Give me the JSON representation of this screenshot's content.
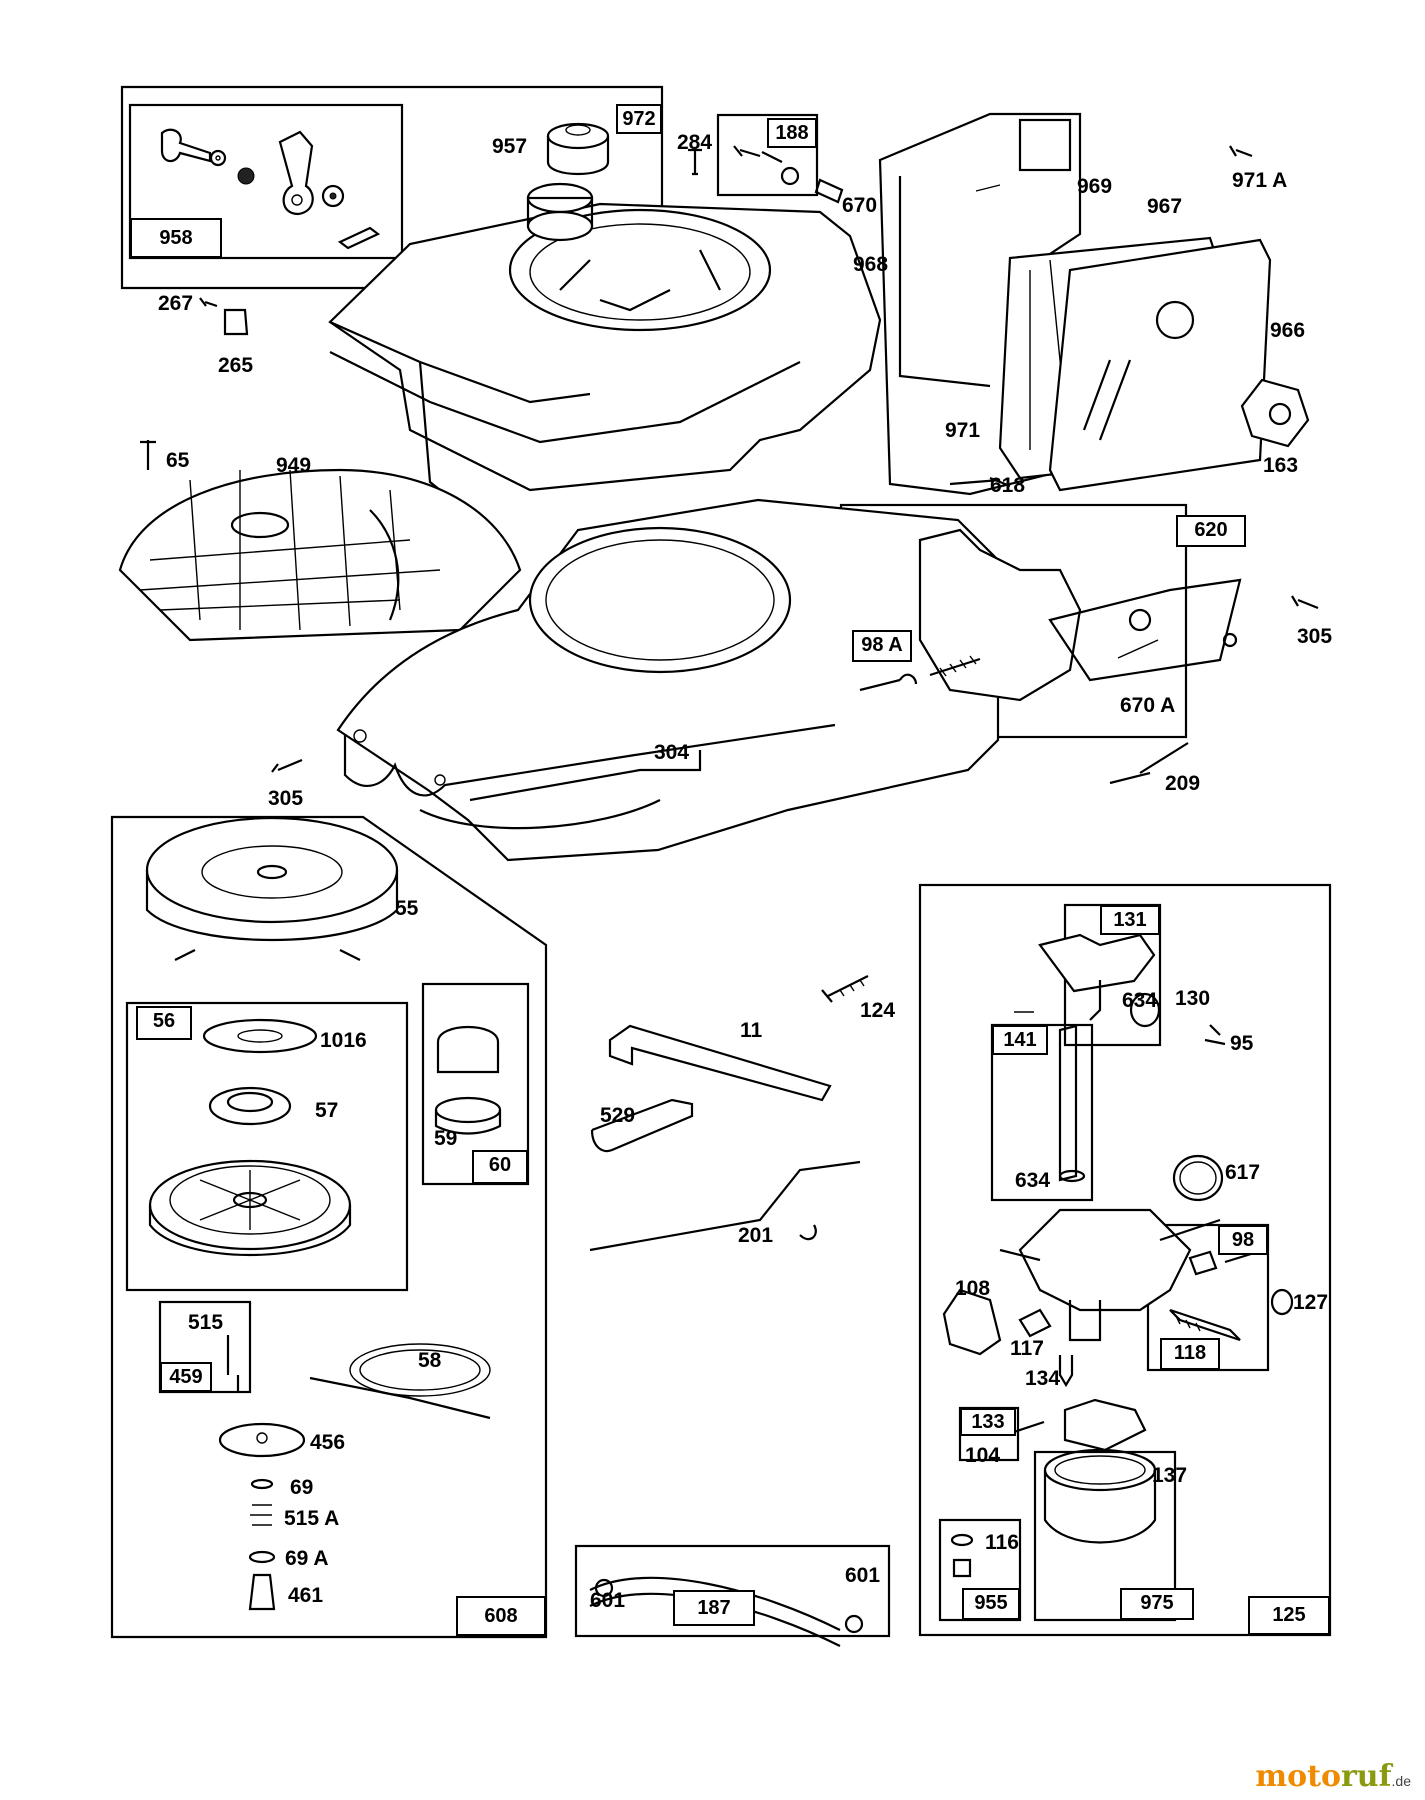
{
  "diagram": {
    "part_labels": {
      "p957": "957",
      "p284": "284",
      "p670": "670",
      "p969": "969",
      "p971A": "971 A",
      "p967": "967",
      "p968": "968",
      "p966": "966",
      "p267": "267",
      "p265": "265",
      "p971": "971",
      "p163": "163",
      "p618": "618",
      "p65": "65",
      "p949": "949",
      "p305a": "305",
      "p670A": "670 A",
      "p304": "304",
      "p305b": "305",
      "p209": "209",
      "p55": "55",
      "p1016": "1016",
      "p57": "57",
      "p59": "59",
      "p515": "515",
      "p58": "58",
      "p456": "456",
      "p69": "69",
      "p515A": "515 A",
      "p69A": "69 A",
      "p461": "461",
      "p124": "124",
      "p11": "11",
      "p529": "529",
      "p201": "201",
      "p601a": "601",
      "p601b": "601",
      "p634a": "634",
      "p130": "130",
      "p95": "95",
      "p634b": "634",
      "p617": "617",
      "p108": "108",
      "p117": "117",
      "p134": "134",
      "p127": "127",
      "p104": "104",
      "p137": "137",
      "p116": "116"
    },
    "box_labels": {
      "b972": "972",
      "b188": "188",
      "b958": "958",
      "b620": "620",
      "b98A": "98 A",
      "b56": "56",
      "b60": "60",
      "b459": "459",
      "b608": "608",
      "b187": "187",
      "b131": "131",
      "b141": "141",
      "b98": "98",
      "b118": "118",
      "b133": "133",
      "b955": "955",
      "b975": "975",
      "b125": "125"
    }
  },
  "watermark": {
    "part1": "moto",
    "part2": "ruf",
    "suffix": ".de"
  }
}
